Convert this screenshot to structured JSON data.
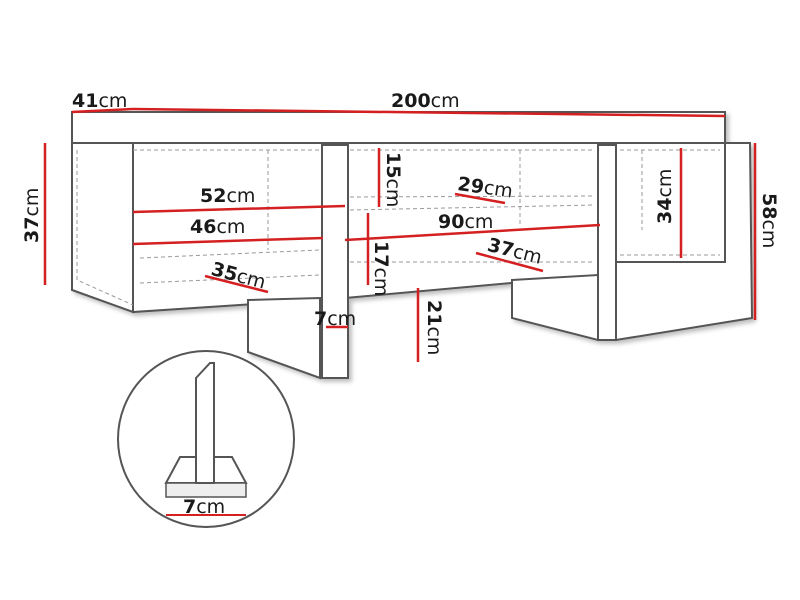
{
  "diagram": {
    "subject": "TV stand dimension drawing",
    "accent_color": "#d42020",
    "outline_color": "#555555",
    "dimensions": {
      "depth": {
        "value": "41",
        "unit": "cm"
      },
      "width": {
        "value": "200",
        "unit": "cm"
      },
      "body_height": {
        "value": "37",
        "unit": "cm"
      },
      "total_height": {
        "value": "58",
        "unit": "cm"
      },
      "left_shelf_top": {
        "value": "52",
        "unit": "cm"
      },
      "left_shelf_bottom": {
        "value": "46",
        "unit": "cm"
      },
      "left_depth": {
        "value": "35",
        "unit": "cm"
      },
      "upper_compartment_height": {
        "value": "15",
        "unit": "cm"
      },
      "middle_shelf_depth": {
        "value": "29",
        "unit": "cm"
      },
      "middle_width": {
        "value": "90",
        "unit": "cm"
      },
      "lower_compartment_height": {
        "value": "17",
        "unit": "cm"
      },
      "middle_depth": {
        "value": "37",
        "unit": "cm"
      },
      "right_height": {
        "value": "34",
        "unit": "cm"
      },
      "leg_thickness": {
        "value": "7",
        "unit": "cm"
      },
      "leg_height": {
        "value": "21",
        "unit": "cm"
      }
    },
    "detail_inset": {
      "label": {
        "value": "7",
        "unit": "cm"
      }
    }
  }
}
